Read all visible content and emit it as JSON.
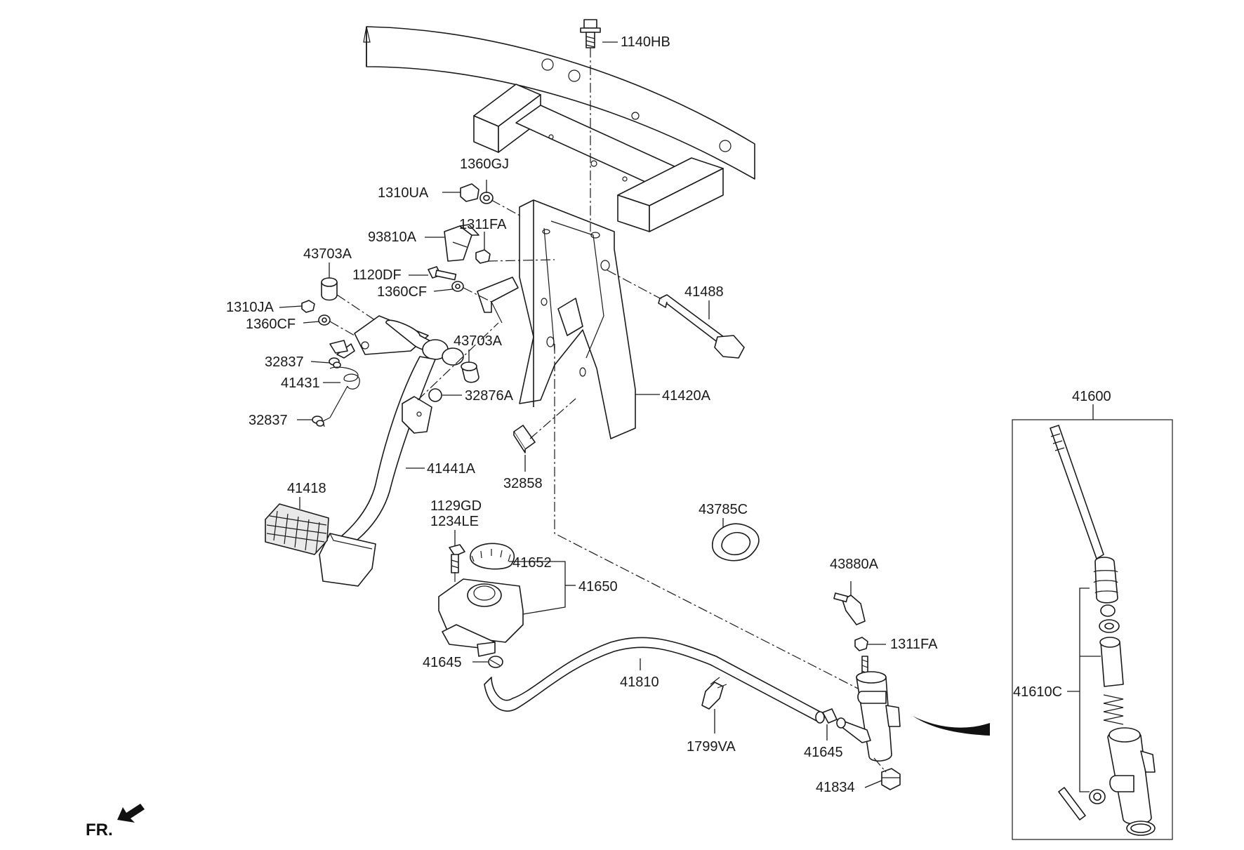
{
  "labels": {
    "p1140HB": "1140HB",
    "p1360GJ": "1360GJ",
    "p1310UA": "1310UA",
    "p1311FA_top": "1311FA",
    "p93810A": "93810A",
    "p43703A_top": "43703A",
    "p1120DF": "1120DF",
    "p1360CF_top": "1360CF",
    "p1310JA": "1310JA",
    "p1360CF_left": "1360CF",
    "p41488": "41488",
    "p32837_top": "32837",
    "p43703A_mid": "43703A",
    "p41431": "41431",
    "p32876A": "32876A",
    "p41420A": "41420A",
    "p32837_bot": "32837",
    "p41441A": "41441A",
    "p32858": "32858",
    "p41418": "41418",
    "p1129GD": "1129GD",
    "p1234LE": "1234LE",
    "p43785C": "43785C",
    "p41652": "41652",
    "p41650": "41650",
    "p43880A": "43880A",
    "p1311FA_bot": "1311FA",
    "p41645_left": "41645",
    "p41810": "41810",
    "p1799VA": "1799VA",
    "p41645_right": "41645",
    "p41834": "41834",
    "p41600": "41600",
    "p41610C": "41610C",
    "fr": "FR."
  }
}
